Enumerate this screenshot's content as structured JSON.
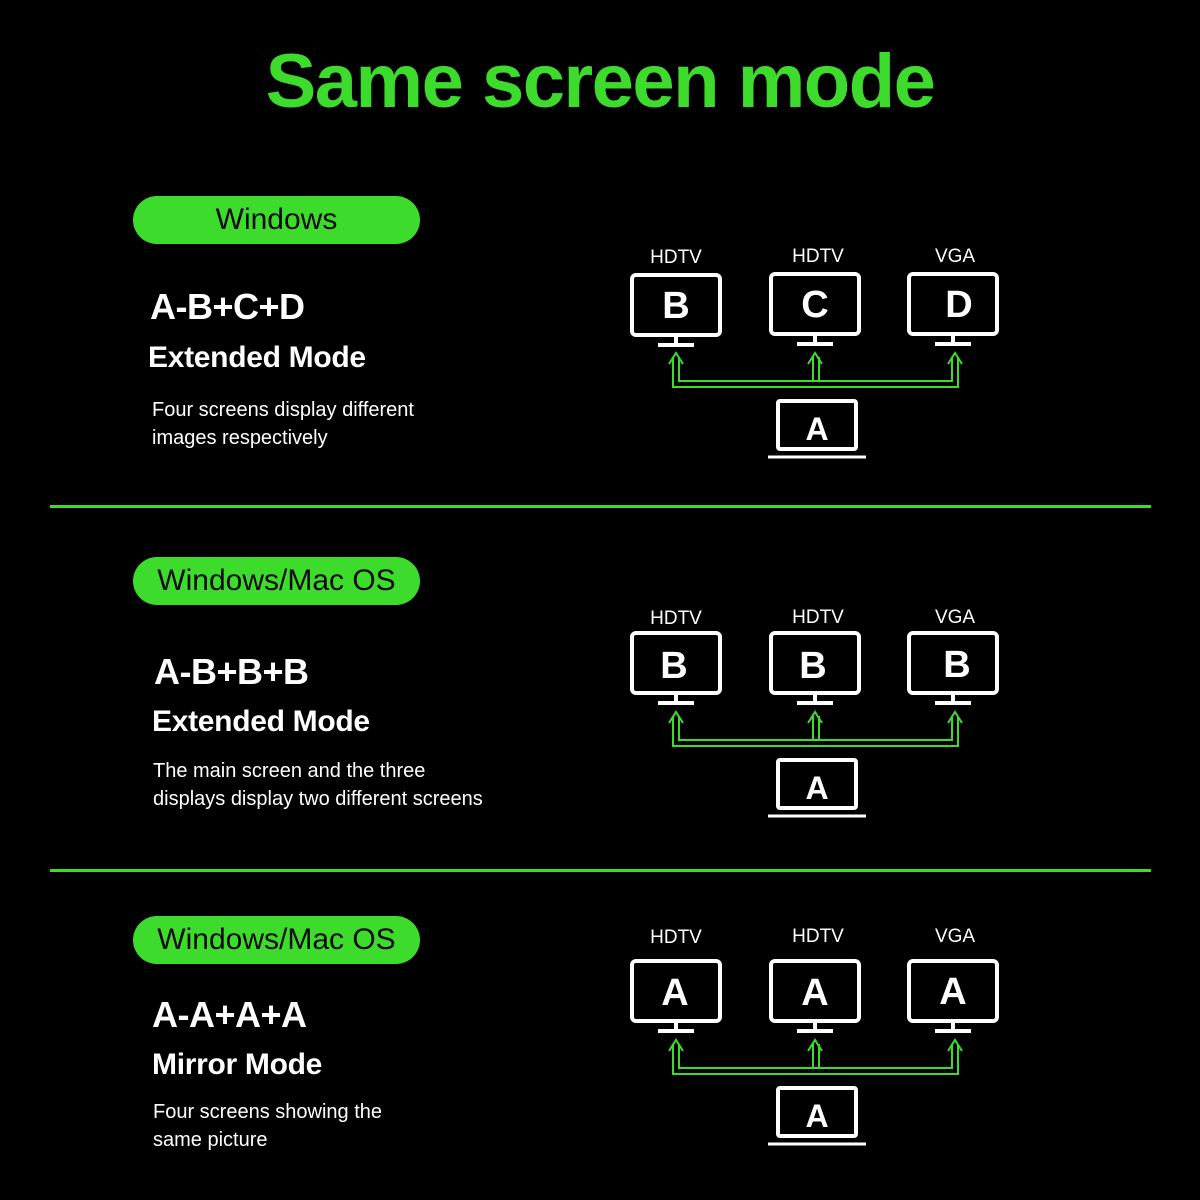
{
  "title": "Same screen mode",
  "colors": {
    "accent": "#3ddc2c",
    "background": "#000000",
    "text": "#ffffff"
  },
  "sections": [
    {
      "os": "Windows",
      "formula": "A-B+C+D",
      "mode": "Extended Mode",
      "description_lines": [
        "Four screens display different",
        "images respectively"
      ],
      "monitors": [
        {
          "label": "HDTV",
          "letter": "B"
        },
        {
          "label": "HDTV",
          "letter": "C"
        },
        {
          "label": "VGA",
          "letter": "D"
        }
      ],
      "laptop_letter": "A"
    },
    {
      "os": "Windows/Mac OS",
      "formula": "A-B+B+B",
      "mode": "Extended Mode",
      "description_lines": [
        "The main screen and the three",
        "displays display two different screens"
      ],
      "monitors": [
        {
          "label": "HDTV",
          "letter": "B"
        },
        {
          "label": "HDTV",
          "letter": "B"
        },
        {
          "label": "VGA",
          "letter": "B"
        }
      ],
      "laptop_letter": "A"
    },
    {
      "os": "Windows/Mac OS",
      "formula": "A-A+A+A",
      "mode": "Mirror Mode",
      "description_lines": [
        "Four screens showing the",
        "same picture"
      ],
      "monitors": [
        {
          "label": "HDTV",
          "letter": "A"
        },
        {
          "label": "HDTV",
          "letter": "A"
        },
        {
          "label": "VGA",
          "letter": "A"
        }
      ],
      "laptop_letter": "A"
    }
  ]
}
